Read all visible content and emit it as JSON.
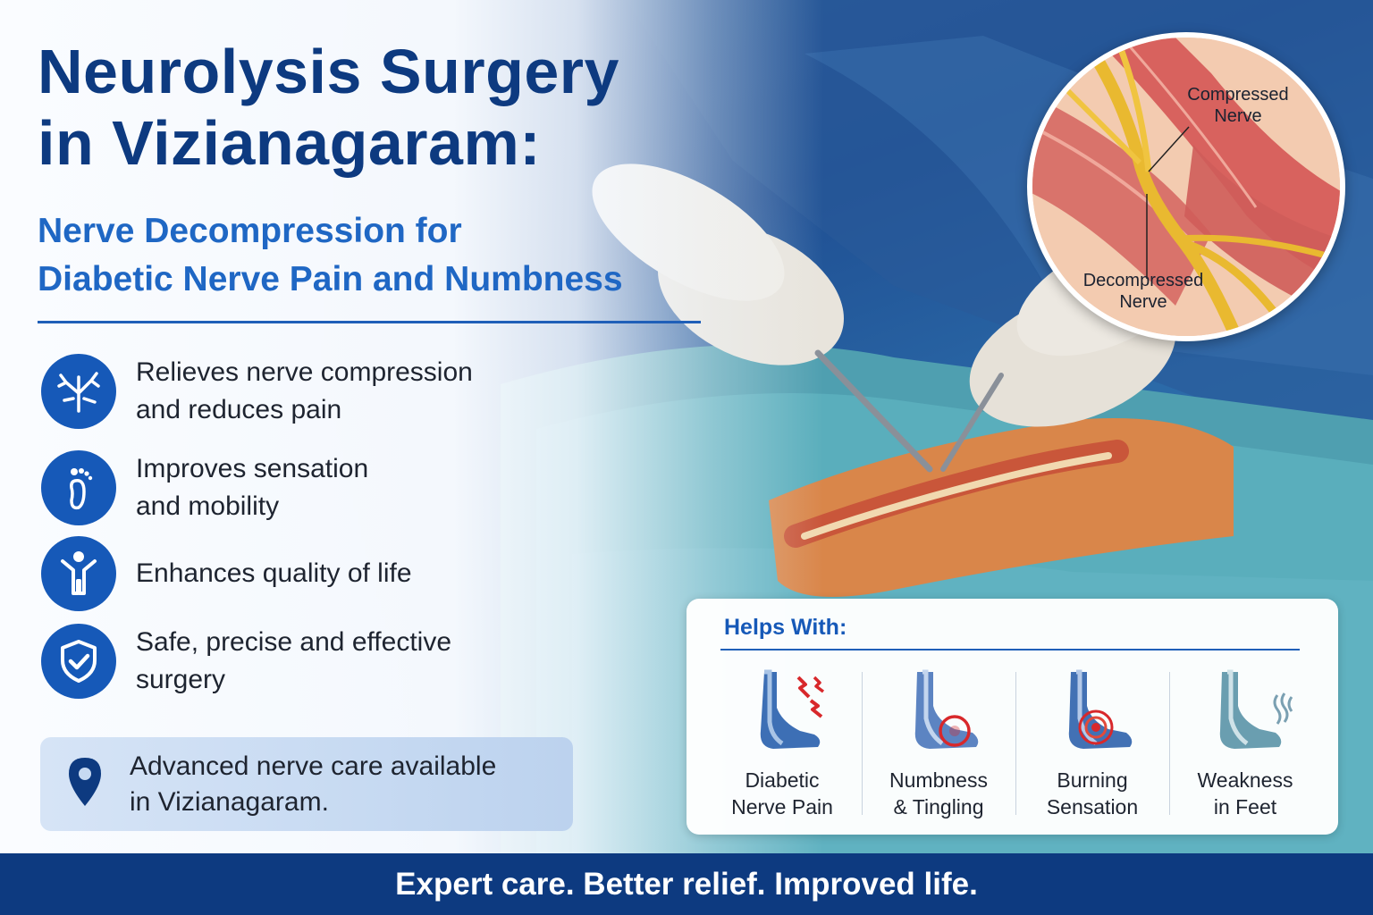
{
  "title": {
    "line1": "Neurolysis Surgery",
    "line2": "in Vizianagaram:"
  },
  "subtitle": {
    "line1": "Nerve Decompression for",
    "line2": "Diabetic Nerve Pain and Numbness"
  },
  "benefits": [
    {
      "icon": "nerve-icon",
      "line1": "Relieves nerve compression",
      "line2": "and reduces pain"
    },
    {
      "icon": "footprint-icon",
      "line1": "Improves sensation",
      "line2": "and mobility"
    },
    {
      "icon": "person-icon",
      "line1": "Enhances quality of life",
      "line2": ""
    },
    {
      "icon": "shield-check-icon",
      "line1": "Safe, precise and effective",
      "line2": "surgery"
    }
  ],
  "location": {
    "icon": "location-pin-icon",
    "line1": "Advanced nerve care available",
    "line2": "in Vizianagaram."
  },
  "inset": {
    "compressed_line1": "Compressed",
    "compressed_line2": "Nerve",
    "decompressed_line1": "Decompressed",
    "decompressed_line2": "Nerve"
  },
  "helps": {
    "title": "Helps With:",
    "items": [
      {
        "icon": "foot-pain-icon",
        "line1": "Diabetic",
        "line2": "Nerve Pain"
      },
      {
        "icon": "foot-numbness-icon",
        "line1": "Numbness",
        "line2": "& Tingling"
      },
      {
        "icon": "foot-burning-icon",
        "line1": "Burning",
        "line2": "Sensation"
      },
      {
        "icon": "foot-weakness-icon",
        "line1": "Weakness",
        "line2": "in Feet"
      }
    ]
  },
  "footer": {
    "tagline": "Expert care. Better relief. Improved life."
  },
  "colors": {
    "navy": "#0d3a80",
    "blue": "#1659b8",
    "accent_red": "#d8282b"
  }
}
